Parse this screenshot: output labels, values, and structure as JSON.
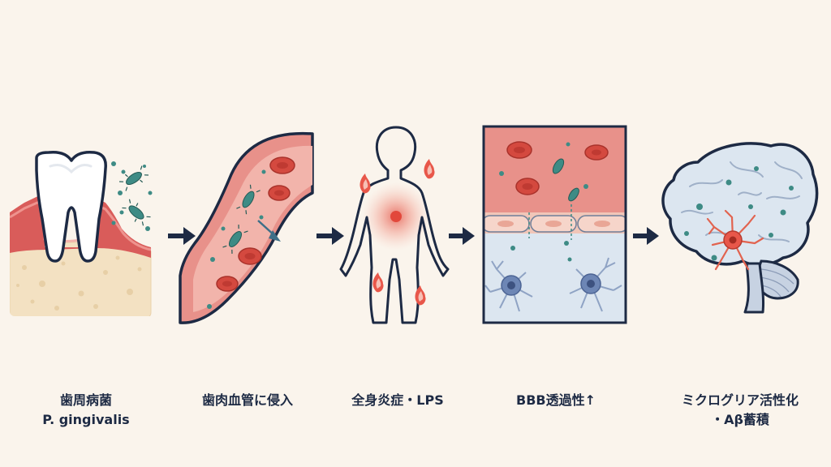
{
  "steps": [
    {
      "id": "oral-bacteria",
      "line1": "歯周病菌",
      "line2": "P. gingivalis"
    },
    {
      "id": "gum-vessel-invasion",
      "line1": "歯肉血管に侵入",
      "line2": ""
    },
    {
      "id": "systemic-inflammation",
      "line1": "全身炎症・LPS",
      "line2": ""
    },
    {
      "id": "bbb-permeability",
      "line1": "BBB透過性↑",
      "line2": ""
    },
    {
      "id": "brain-microglia",
      "line1": "ミクログリア活性化",
      "line2": "・Aβ蓄積"
    }
  ],
  "icons": [
    "tooth-icon",
    "blood-vessel-icon",
    "human-body-icon",
    "blood-brain-barrier-icon",
    "brain-icon"
  ],
  "colors": {
    "background": "#faf4ec",
    "navy": "#1d2a44",
    "gum_red": "#d95c5a",
    "vessel_pink": "#e8918a",
    "bacteria_teal": "#3e8b85",
    "tissue_blue": "#dce6f0",
    "inflammation": "#e2483b"
  }
}
